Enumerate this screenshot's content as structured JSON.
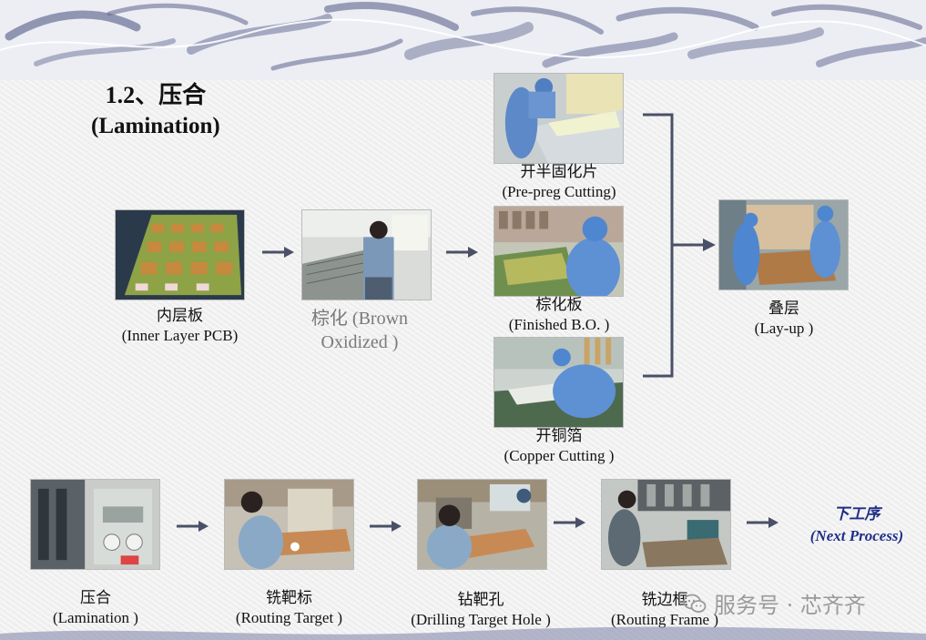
{
  "title": {
    "line1": "1.2、压合",
    "line2": "(Lamination)"
  },
  "steps": {
    "inner_layer": {
      "zh": "内层板",
      "en": "(Inner Layer PCB)"
    },
    "brown_oxide": {
      "zh": "棕化 (Brown",
      "en": "Oxidized )"
    },
    "prepreg": {
      "zh": "开半固化片",
      "en": "(Pre-preg Cutting)"
    },
    "finished_bo": {
      "zh": "棕化板",
      "en": "(Finished B.O. )"
    },
    "copper": {
      "zh": "开铜箔",
      "en": "(Copper Cutting )"
    },
    "layup": {
      "zh": "叠层",
      "en": "(Lay-up )"
    },
    "lamination": {
      "zh": "压合",
      "en": "(Lamination )"
    },
    "routing_target": {
      "zh": "铣靶标",
      "en": "(Routing Target )"
    },
    "drilling_target": {
      "zh": "钻靶孔",
      "en": "(Drilling Target Hole )"
    },
    "routing_frame": {
      "zh": "铣边框",
      "en": "(Routing Frame )"
    },
    "next_process": {
      "zh": "下工序",
      "en": "(Next Process)"
    }
  },
  "watermark": {
    "text": "服务号 · 芯齐齐",
    "icon": "wechat-icon"
  },
  "colors": {
    "arrow": "#4a5066",
    "accent_blue": "#1f2e86",
    "swirl": "#6a6f95"
  }
}
